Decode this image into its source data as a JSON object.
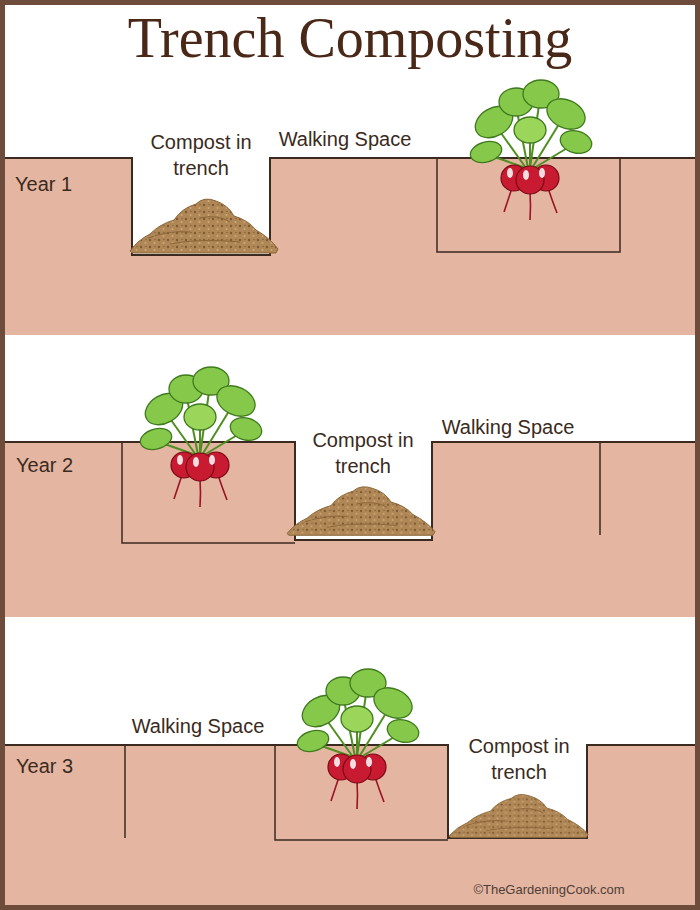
{
  "diagram": {
    "title": "Trench Composting",
    "nodes": [
      {
        "text": [
          "Year 1"
        ]
      },
      {
        "text": [
          "Year 2"
        ]
      },
      {
        "text": [
          "Year 3"
        ]
      }
    ],
    "labels": [
      "Compost in trench",
      "Walking Space",
      "Compost in trench",
      "Walking Space",
      "Walking Space",
      "Compost in trench",
      "©TheGardeningCook.com"
    ]
  }
}
